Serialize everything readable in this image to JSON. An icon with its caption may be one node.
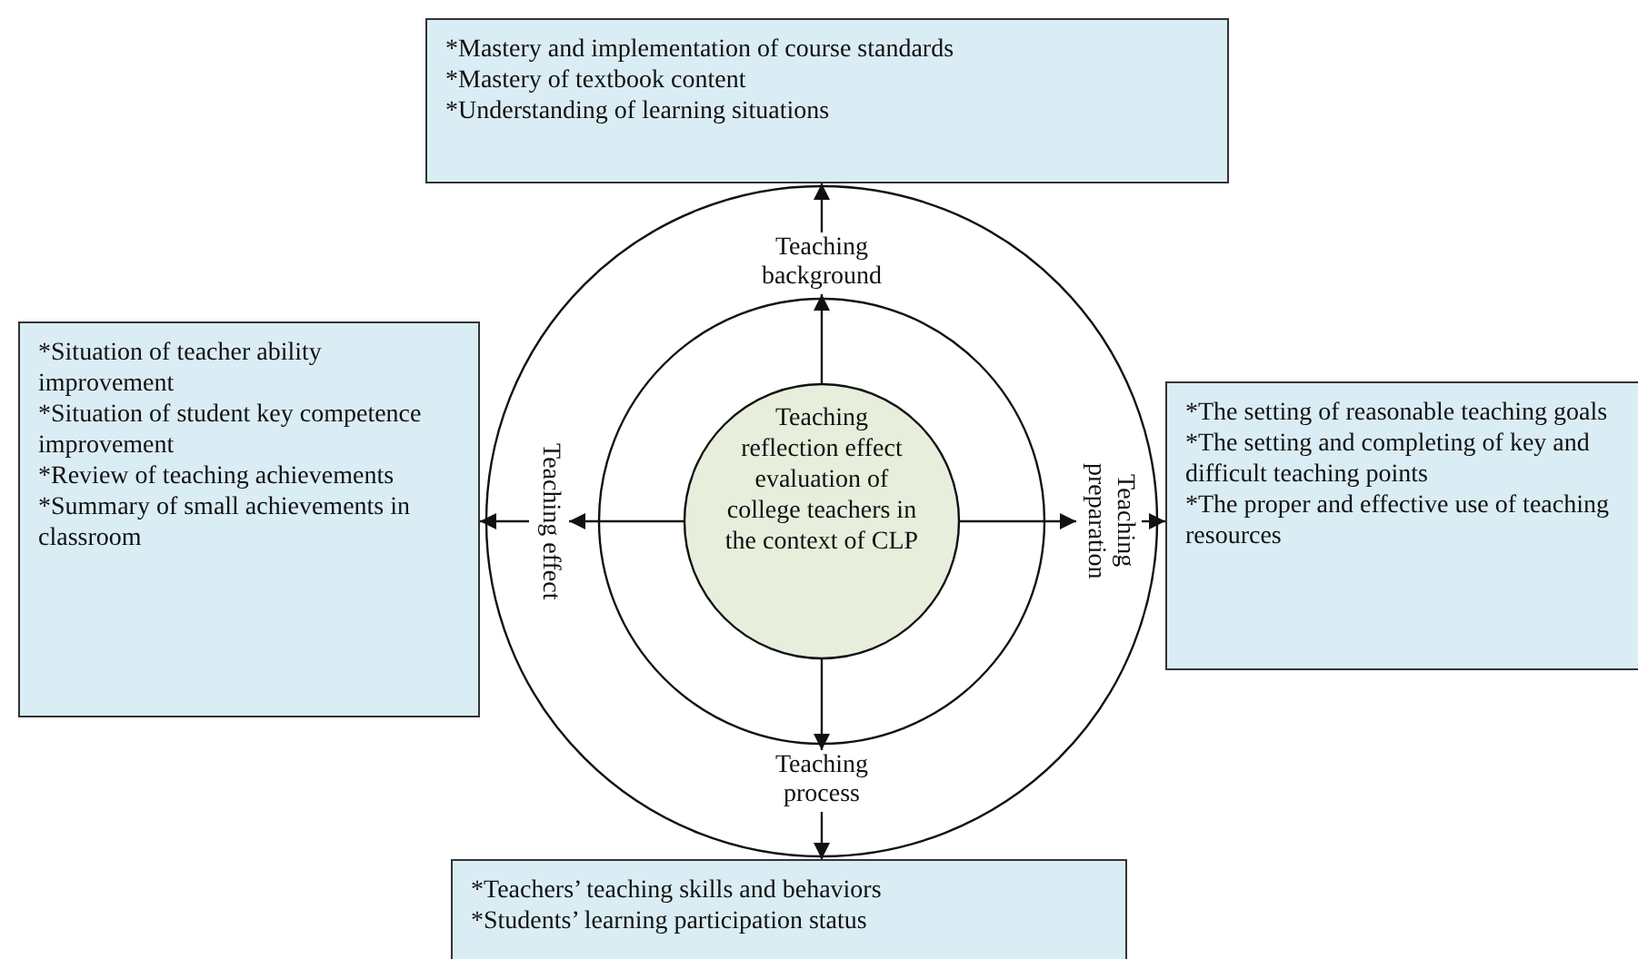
{
  "diagram": {
    "nodes": [
      {
        "text": [
          "*Mastery and implementation of course standards",
          "*Mastery of textbook content",
          "*Understanding of learning situations"
        ]
      },
      {
        "text": [
          "*Situation of teacher ability improvement",
          "*Situation of student key competence improvement",
          "*Review of teaching achievements",
          "*Summary of small achievements in classroom"
        ]
      },
      {
        "text": [
          "*The setting of reasonable teaching goals",
          "*The setting and completing of key and difficult teaching points",
          "*The proper and effective use of teaching resources"
        ]
      },
      {
        "text": [
          "*Teachers’ teaching skills and behaviors",
          "*Students’ learning participation status"
        ]
      },
      {
        "text": [],
        "shape": "circle"
      },
      {
        "text": [],
        "shape": "circle",
        "in": 4
      },
      {
        "text": [
          "Teaching reflection effect evaluation of college teachers in the context of CLP"
        ],
        "in": 5
      },
      {
        "text": [
          "Teaching background"
        ],
        "in": 4
      },
      {
        "text": [
          "Teaching effect"
        ],
        "in": 4
      },
      {
        "text": [
          "Teaching preparation"
        ],
        "in": 4
      },
      {
        "text": [
          "Teaching process"
        ],
        "in": 4
      }
    ],
    "edges": [
      {
        "from": 6,
        "to": 7,
        "arrow": "to"
      },
      {
        "from": 6,
        "to": 8,
        "arrow": "to"
      },
      {
        "from": 6,
        "to": 9,
        "arrow": "to"
      },
      {
        "from": 6,
        "to": 10,
        "arrow": "to"
      },
      {
        "from": 7,
        "to": 0,
        "arrow": "to"
      },
      {
        "from": 8,
        "to": 1,
        "arrow": "to"
      },
      {
        "from": 9,
        "to": 2,
        "arrow": "to"
      },
      {
        "from": 10,
        "to": 3,
        "arrow": "to"
      }
    ]
  }
}
